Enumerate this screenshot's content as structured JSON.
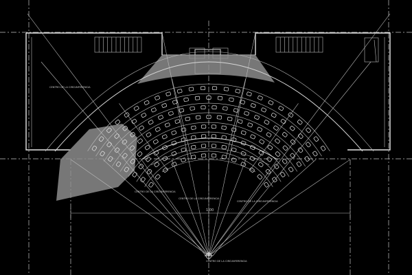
{
  "drawing": {
    "type": "auditorium-floor-plan",
    "colors": {
      "background": "#000000",
      "linework": "#d8d8d8",
      "hatch": "#9a9a9a",
      "seat": "#e6e6e6"
    },
    "labels": {
      "center_left": "CENTRO DE LA CIRCUNFERENCIA",
      "center_mid": "CENTRO DE LA CIRCUNFERENCIA",
      "center_right": "CENTRO DE LA CIRCUNFERENCIA",
      "focus": "CENTRO DE LA CIRCUNFERENCIA",
      "dim_main": "1.00"
    },
    "seating": {
      "rows": 8,
      "seats_per_row_estimate": [
        14,
        16,
        18,
        20,
        21,
        22,
        23,
        24
      ]
    }
  }
}
